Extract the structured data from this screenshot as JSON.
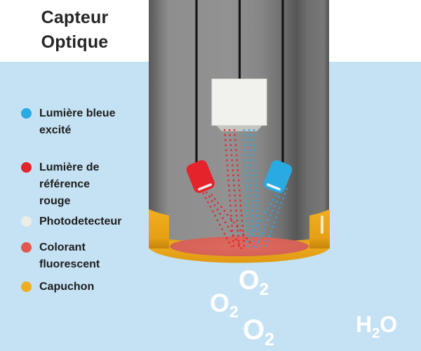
{
  "title": {
    "line1": "Capteur",
    "line2": "Optique"
  },
  "legend": {
    "items": [
      {
        "id": "blue-excited-light",
        "icon": "dot-icon",
        "color": "#29ABE2",
        "lines": [
          "Lumière bleue",
          "excité"
        ]
      },
      {
        "id": "red-reference-light",
        "icon": "dot-icon",
        "color": "#E5232B",
        "lines": [
          "Lumière de",
          "référence",
          "rouge"
        ]
      },
      {
        "id": "photodetector",
        "icon": "dot-icon",
        "color": "#EDEDE8",
        "lines": [
          "Photodetecteur"
        ]
      },
      {
        "id": "fluorescent-dye",
        "icon": "dot-icon",
        "color": "#E2584E",
        "lines": [
          "Colorant",
          "fluorescent"
        ]
      },
      {
        "id": "cap",
        "icon": "dot-icon",
        "color": "#EFAE1F",
        "lines": [
          "Capuchon"
        ]
      }
    ]
  },
  "molecules": {
    "o2_a": {
      "symbol": "O",
      "subscript": "2"
    },
    "o2_b": {
      "symbol": "O",
      "subscript": "2"
    },
    "o2_c": {
      "symbol": "O",
      "subscript": "2"
    },
    "h2o": {
      "part1": "H",
      "subscript": "2",
      "part2": "O"
    }
  },
  "colors": {
    "water": "#C5E2F4",
    "background_band": "#FFFFFF",
    "excited_blue": "#29ABE2",
    "reference_red": "#E5232B",
    "photodetector_white": "#F1F1ED",
    "fluorescent_dye_red": "#D5635A",
    "cap_gold": "#ECA81D",
    "cylinder_gray": "#8A8A8A",
    "wire_black": "#161616",
    "molecule_text": "#FFFFFF",
    "title_text": "#262626",
    "legend_text": "#1D1D1D"
  }
}
